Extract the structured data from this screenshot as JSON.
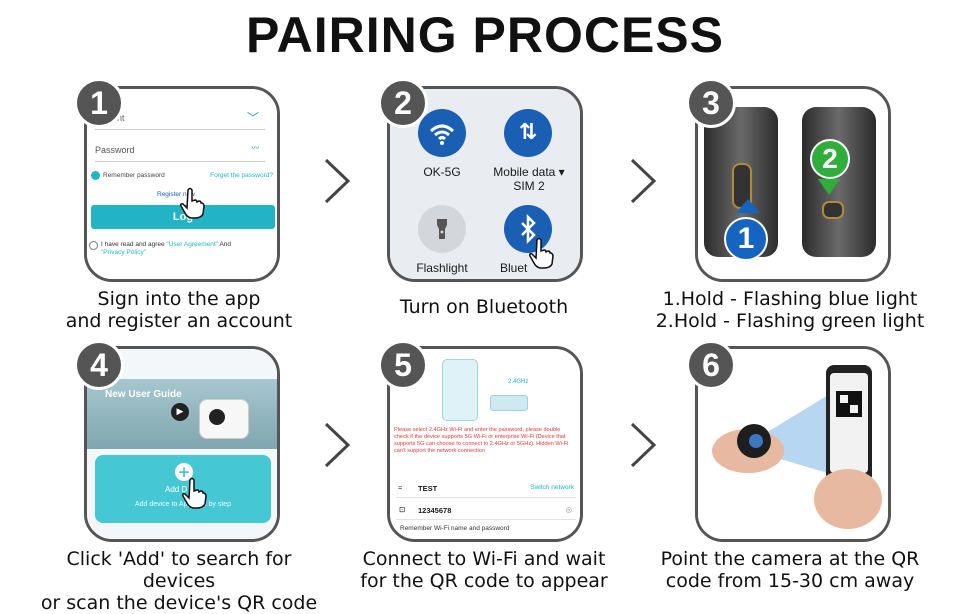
{
  "title": "PAIRING PROCESS",
  "steps": [
    {
      "number": "1",
      "caption_line1": "Sign into the app",
      "caption_line2": "and register an account",
      "screen": {
        "account_fragment": "nt",
        "password_label": "Password",
        "remember_label": "Remember password",
        "forgot_label": "Forget the password?",
        "register_label": "Register now",
        "login_label": "Log",
        "agree_prefix": "I have read and agree",
        "agree_link1": "\"User Agreement\"",
        "agree_and": "And",
        "agree_link2": "\"Privacy Policy\""
      }
    },
    {
      "number": "2",
      "caption_line1": "Turn on Bluetooth",
      "caption_line2": "",
      "screen": {
        "wifi_label": "OK-5G",
        "mobile_label": "Mobile data ▾",
        "mobile_sub": "SIM 2",
        "flash_label": "Flashlight",
        "bt_label": "Bluet"
      }
    },
    {
      "number": "3",
      "caption_line1": "1.Hold - Flashing blue light",
      "caption_line2": "2.Hold - Flashing green light",
      "screen": {
        "marker1": "1",
        "marker2": "2"
      }
    },
    {
      "number": "4",
      "caption_line1": "Click 'Add' to search for devices",
      "caption_line2": "or scan the device's QR code",
      "screen": {
        "guide_label": "New User Guide",
        "add_label": "Add D",
        "add_sub": "Add device to App step by step"
      }
    },
    {
      "number": "5",
      "caption_line1": "Connect to Wi-Fi and wait",
      "caption_line2": "for the QR code to appear",
      "screen": {
        "band_label": "2.4GHz",
        "notice": "Please select 2.4GHz Wi-Fi and enter the password, please double check if the device supports 5G Wi-Fi or enterprise Wi-Fi (Device that supports 5G can choose to connect to 2.4GHz or 5GHz). Hidden Wi-Fi can't support the network connection",
        "ssid": "TEST",
        "switch_label": "Switch network",
        "password": "12345678",
        "remember": "Remember Wi-Fi name and password"
      }
    },
    {
      "number": "6",
      "caption_line1": "Point the camera at the QR",
      "caption_line2": "code from 15-30 cm away",
      "screen": {}
    }
  ],
  "colors": {
    "border": "#555555",
    "accent_blue": "#1565c0",
    "teal": "#1fb6c9",
    "green": "#2fae3c",
    "error_red": "#e53935"
  }
}
